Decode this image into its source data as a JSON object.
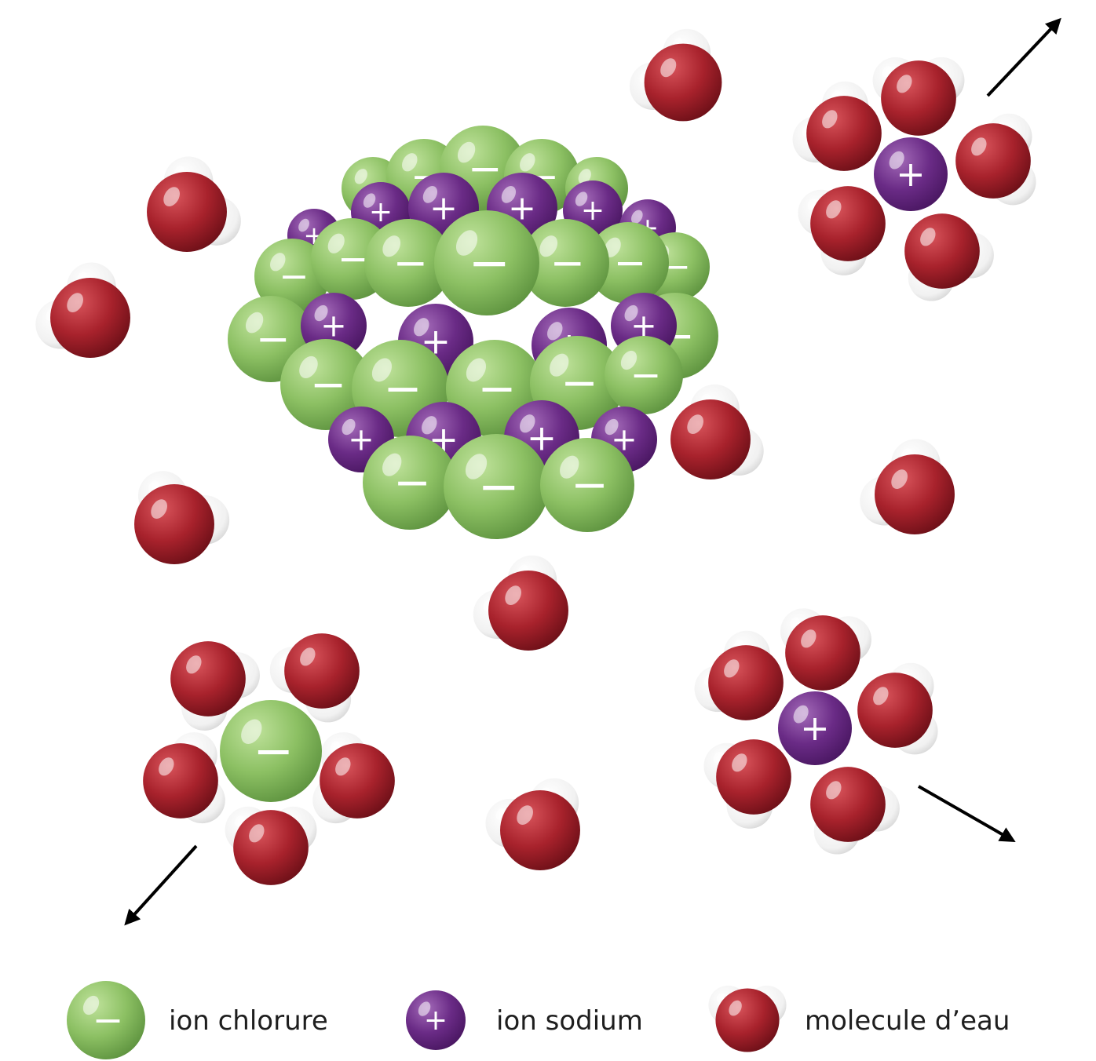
{
  "colors": {
    "chloride": "#8cc063",
    "sodium": "#6a2b86",
    "oxygen": "#a8222c",
    "hydrogen": "#f4f4f4",
    "arrow": "#000000",
    "text": "#1e1e1e"
  },
  "symbols": {
    "chloride_sign": "−",
    "sodium_sign": "+"
  },
  "legend": {
    "chloride_label": "ion chlorure",
    "sodium_label": "ion sodium",
    "water_label": "molecule d’eau"
  },
  "icons": [
    "chloride-ion-icon",
    "sodium-ion-icon",
    "water-molecule-icon",
    "arrow-icon"
  ]
}
